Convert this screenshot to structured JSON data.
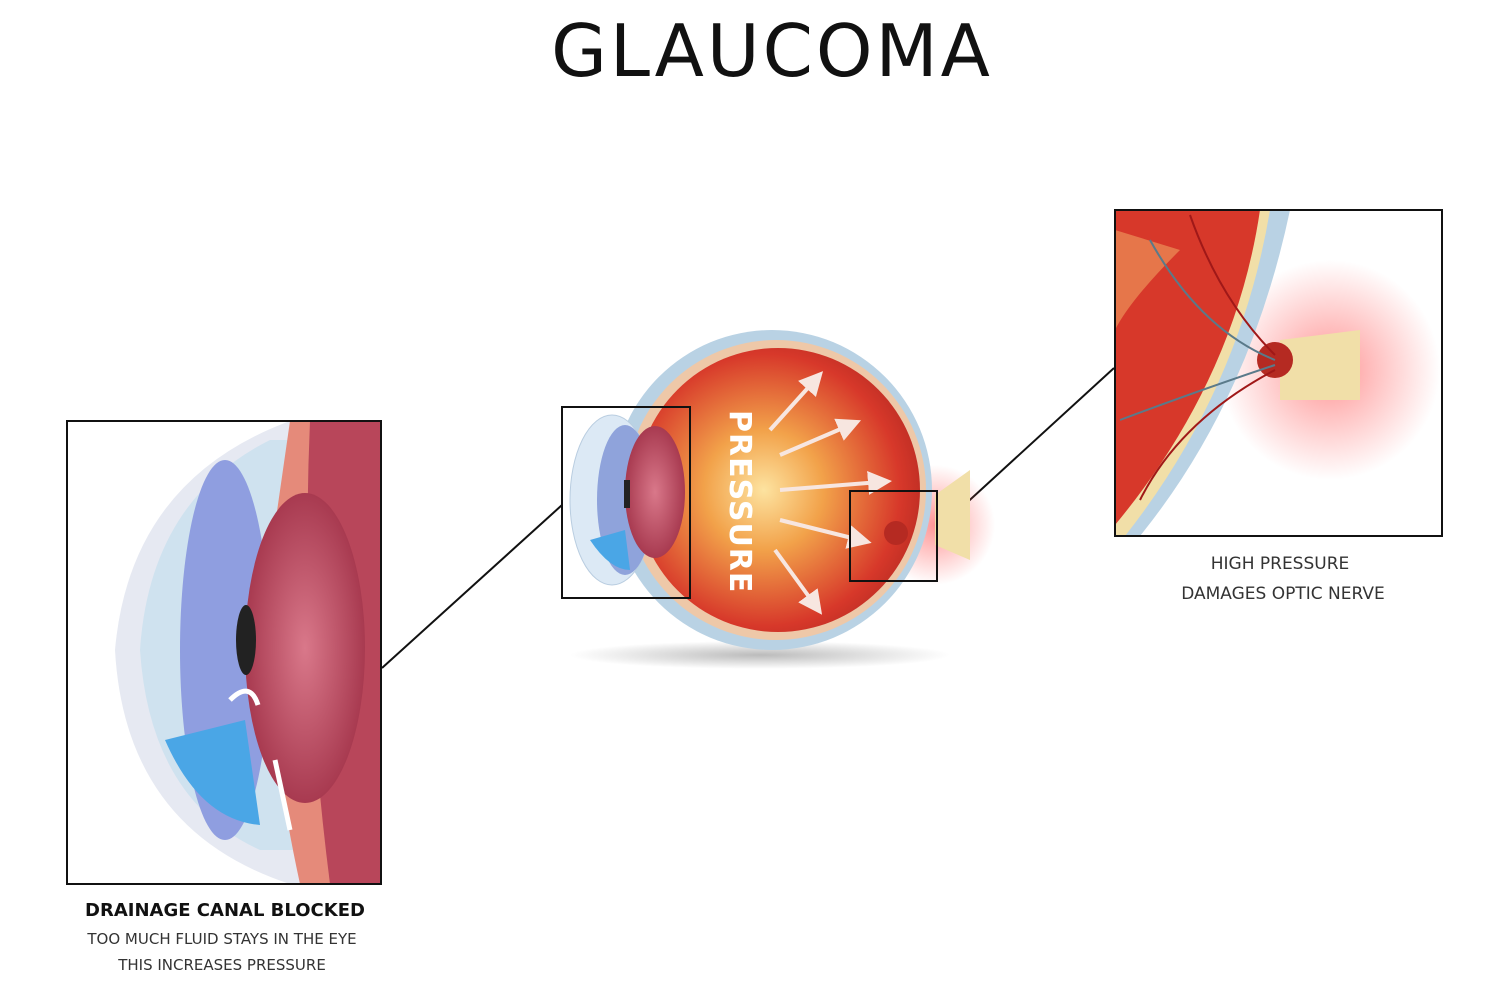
{
  "title": "GLAUCOMA",
  "center_label": "PRESSURE",
  "right_caption": {
    "line1": "HIGH PRESSURE",
    "line2": "DAMAGES  OPTIC NERVE"
  },
  "left_caption": {
    "heading": "DRAINAGE CANAL BLOCKED",
    "line1": "TOO MUCH FLUID STAYS IN THE EYE",
    "line2": "THIS INCREASES PRESSURE"
  },
  "colors": {
    "retina": "#d7382a",
    "sclera": "#a9c6dc",
    "lens": "#b8465a",
    "cornea": "#5aa9e0",
    "nerve": "#f1dfa8"
  }
}
